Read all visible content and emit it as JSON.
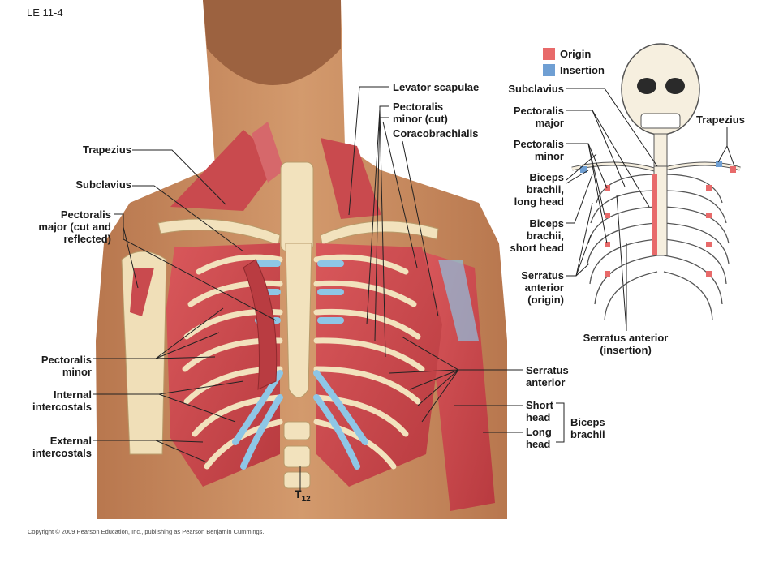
{
  "figure_id": "LE 11-4",
  "copyright": "Copyright © 2009 Pearson Education, Inc., publishing as Pearson Benjamin Cummings.",
  "colors": {
    "origin": "#e86a6a",
    "insertion": "#6f9fd3",
    "muscle": "#c9464a",
    "skin": "#c98a5e",
    "cartilage": "#8ec6e6",
    "bone": "#f2e6c6"
  },
  "legend": [
    {
      "label": "Origin",
      "color": "#e86a6a"
    },
    {
      "label": "Insertion",
      "color": "#6f9fd3"
    }
  ],
  "left_labels": {
    "trapezius": "Trapezius",
    "subclavius": "Subclavius",
    "pec_major_cut": "Pectoralis\nmajor (cut and\nreflected)",
    "pec_minor": "Pectoralis\nminor",
    "internal_intercostals": "Internal\nintercostals",
    "external_intercostals": "External\nintercostals"
  },
  "top_labels": {
    "levator_scapulae": "Levator scapulae",
    "pec_minor_cut": "Pectoralis\nminor (cut)",
    "coracobrachialis": "Coracobrachialis"
  },
  "vertebra_label": {
    "main": "T",
    "sub": "12"
  },
  "right_labels": {
    "serratus_anterior": "Serratus\nanterior",
    "short_head": "Short\nhead",
    "long_head": "Long\nhead",
    "biceps_brachii": "Biceps\nbrachii"
  },
  "skeleton_labels": {
    "subclavius": "Subclavius",
    "pec_major": "Pectoralis\nmajor",
    "pec_minor": "Pectoralis\nminor",
    "biceps_long": "Biceps\nbrachii,\nlong head",
    "biceps_short": "Biceps\nbrachii,\nshort head",
    "serratus_origin": "Serratus\nanterior\n(origin)",
    "serratus_insertion": "Serratus anterior\n(insertion)",
    "trapezius": "Trapezius"
  }
}
